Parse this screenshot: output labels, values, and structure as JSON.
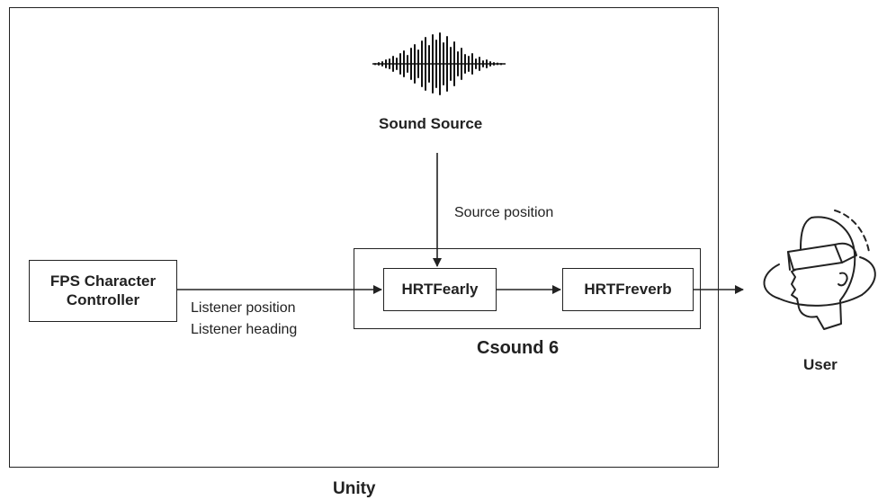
{
  "containers": {
    "unity": "Unity",
    "csound": "Csound 6"
  },
  "nodes": {
    "sound_source": "Sound Source",
    "fps_controller_line1": "FPS Character",
    "fps_controller_line2": "Controller",
    "hrtf_early": "HRTFearly",
    "hrtf_reverb": "HRTFreverb",
    "user": "User"
  },
  "edges": {
    "source_position": "Source position",
    "listener_position": "Listener position",
    "listener_heading": "Listener heading"
  },
  "icons": {
    "sound_source": "waveform-icon",
    "user": "vr-headset-user-icon"
  },
  "colors": {
    "stroke": "#222222",
    "text": "#222222",
    "background": "#ffffff"
  }
}
